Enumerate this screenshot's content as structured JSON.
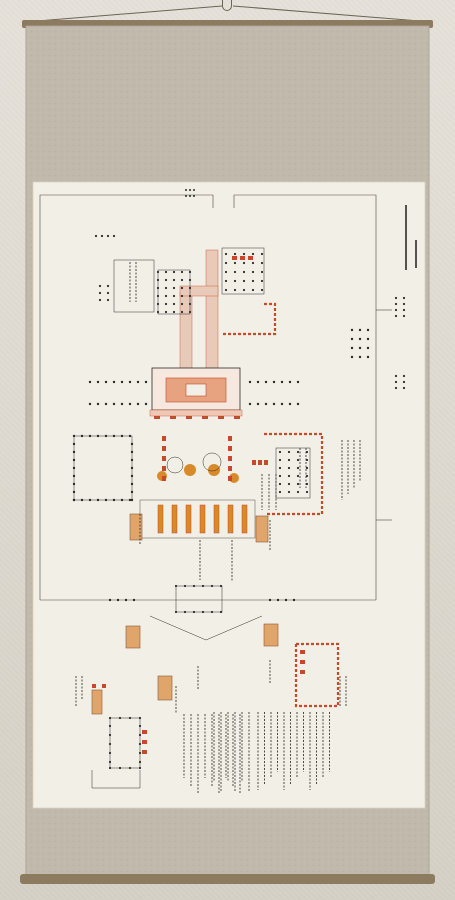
{
  "scroll": {
    "title_inscription": "",
    "colors": {
      "mount": "#bdb6a9",
      "mount_shadow": "#a9a294",
      "paper": "#f2efe6",
      "ink": "#2b2a27",
      "vermilion": "#c44a2a",
      "ochre": "#d88a2a",
      "rod": "#8c7b5f"
    },
    "icons": [
      "hanging-cord",
      "scroll-rod",
      "floor-plan-ink",
      "vermilion-markers"
    ]
  }
}
